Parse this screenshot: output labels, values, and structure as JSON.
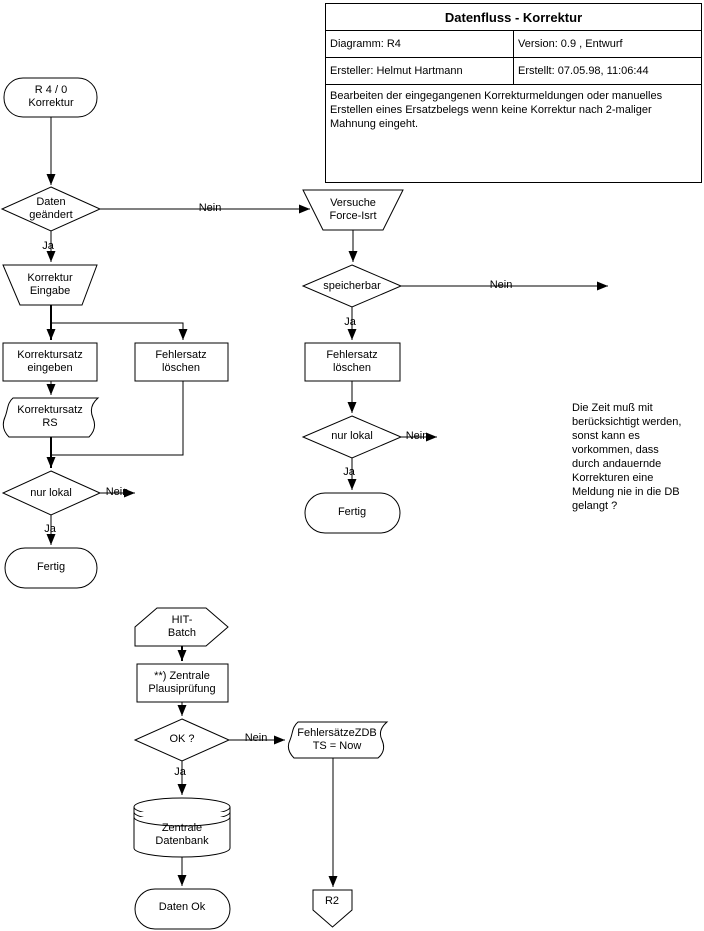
{
  "title_block": {
    "title": "Datenfluss - Korrektur",
    "diagram_label": "Diagramm: R4",
    "version_label": "Version: 0.9 , Entwurf",
    "creator_label": "Ersteller: Helmut Hartmann",
    "created_label": "Erstellt: 07.05.98, 11:06:44",
    "description": "Bearbeiten der eingegangenen Korrekturmeldungen oder manuelles Erstellen eines Ersatzbelegs wenn keine Korrektur nach 2-maliger Mahnung eingeht."
  },
  "nodes": {
    "start": "R 4 / 0\nKorrektur",
    "daten_geaendert": "Daten\ngeändert",
    "versuche_force": "Versuche\nForce-Isrt",
    "korrektur_eingabe": "Korrektur\nEingabe",
    "korrektursatz_eingeben": "Korrektursatz\neingeben",
    "fehlersatz_loeschen_links": "Fehlersatz\nlöschen",
    "korrektursatz_rs": "Korrektursatz\nRS",
    "nur_lokal_links": "nur lokal",
    "fertig_links": "Fertig",
    "speicherbar": "speicherbar",
    "fehlersatz_loeschen_rechts": "Fehlersatz\nlöschen",
    "nur_lokal_rechts": "nur lokal",
    "fertig_rechts": "Fertig",
    "hit_batch": "HIT-\nBatch",
    "zentrale_plausipruefung": "**) Zentrale\nPlausiprüfung",
    "ok_frage": "OK ?",
    "fehlersaetze_zdb": "FehlersätzeZDB\nTS = Now",
    "zentrale_datenbank": "Zentrale\nDatenbank",
    "daten_ok": "Daten Ok",
    "r2": "R2"
  },
  "edge_labels": {
    "ja": "Ja",
    "nein": "Nein"
  },
  "note": "Die Zeit muß mit\nberücksichtigt werden,\nsonst kann es\nvorkommen, dass\ndurch andauernde\nKorrekturen eine\nMeldung nie in die DB\ngelangt ?",
  "colors": {
    "line": "#000000",
    "background": "#ffffff"
  }
}
